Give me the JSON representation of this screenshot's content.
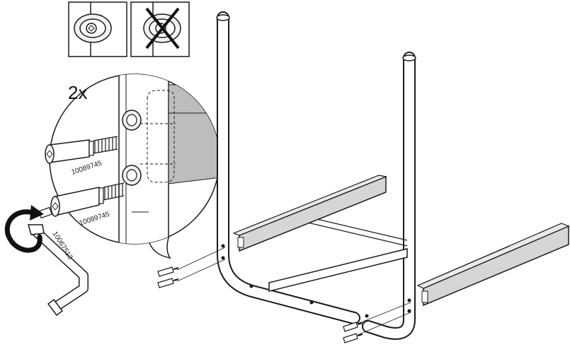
{
  "instruction": {
    "quantity": "2x",
    "parts": [
      {
        "id": "10089745"
      },
      {
        "id": "10089745"
      },
      {
        "id": "10067513"
      }
    ]
  },
  "panels": [
    {
      "kind": "correct"
    },
    {
      "kind": "incorrect"
    }
  ],
  "colors": {
    "line": "#1a1a1a",
    "wood": "#d6d6d6",
    "bolt": "#ffffff",
    "shade": "#bdbdbd"
  }
}
